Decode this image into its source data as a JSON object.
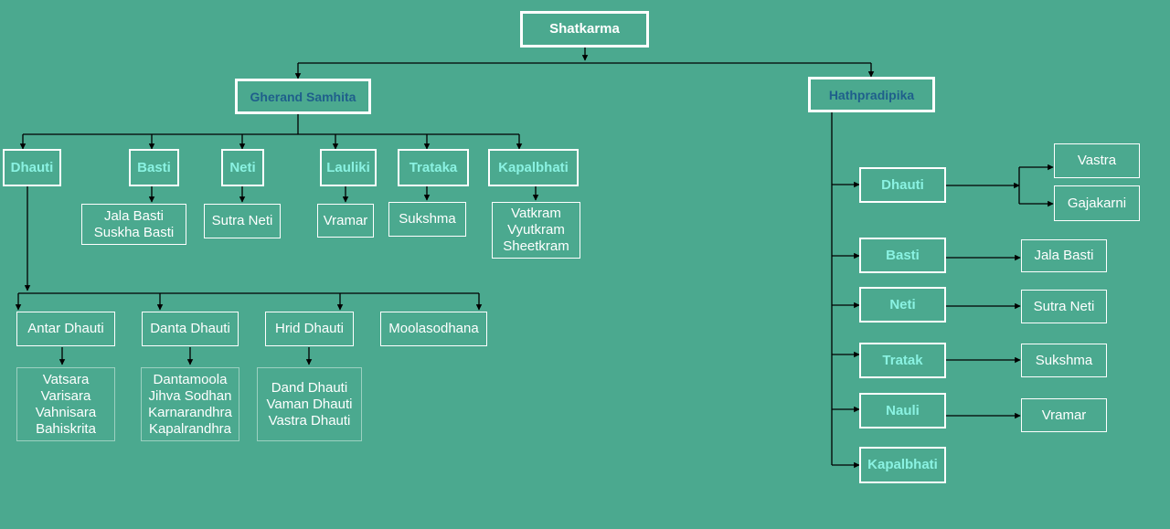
{
  "root": {
    "label": "Shatkarma"
  },
  "gherand": {
    "label": "Gherand Samhita",
    "branches": {
      "dhauti": "Dhauti",
      "basti": "Basti",
      "neti": "Neti",
      "lauliki": "Lauliki",
      "trataka": "Trataka",
      "kapalbhati": "Kapalbhati"
    },
    "basti_items": [
      "Jala Basti",
      "Suskha Basti"
    ],
    "neti_items": [
      "Sutra Neti"
    ],
    "lauliki_items": [
      "Vramar"
    ],
    "trataka_items": [
      "Sukshma"
    ],
    "kapalbhati_items": [
      "Vatkram",
      "Vyutkram",
      "Sheetkram"
    ],
    "dhauti_types": {
      "antar": "Antar Dhauti",
      "danta": "Danta Dhauti",
      "hrid": "Hrid Dhauti",
      "moola": "Moolasodhana"
    },
    "antar_items": [
      "Vatsara",
      "Varisara",
      "Vahnisara",
      "Bahiskrita"
    ],
    "danta_items": [
      "Dantamoola",
      "Jihva Sodhan",
      "Karnarandhra",
      "Kapalrandhra"
    ],
    "hrid_items": [
      "Dand Dhauti",
      "Vaman Dhauti",
      "Vastra Dhauti"
    ]
  },
  "hath": {
    "label": "Hathpradipika",
    "branches": {
      "dhauti": "Dhauti",
      "basti": "Basti",
      "neti": "Neti",
      "tratak": "Tratak",
      "nauli": "Nauli",
      "kapalbhati": "Kapalbhati"
    },
    "dhauti_items": [
      "Vastra",
      "Gajakarni"
    ],
    "basti_items": [
      "Jala Basti"
    ],
    "neti_items": [
      "Sutra Neti"
    ],
    "tratak_items": [
      "Sukshma"
    ],
    "nauli_items": [
      "Vramar"
    ]
  },
  "colors": {
    "background": "#4ba98f",
    "line": "#000000",
    "border": "#ffffff",
    "dark_text": "#1f5f8b",
    "cyan_text": "#8af2e2"
  }
}
